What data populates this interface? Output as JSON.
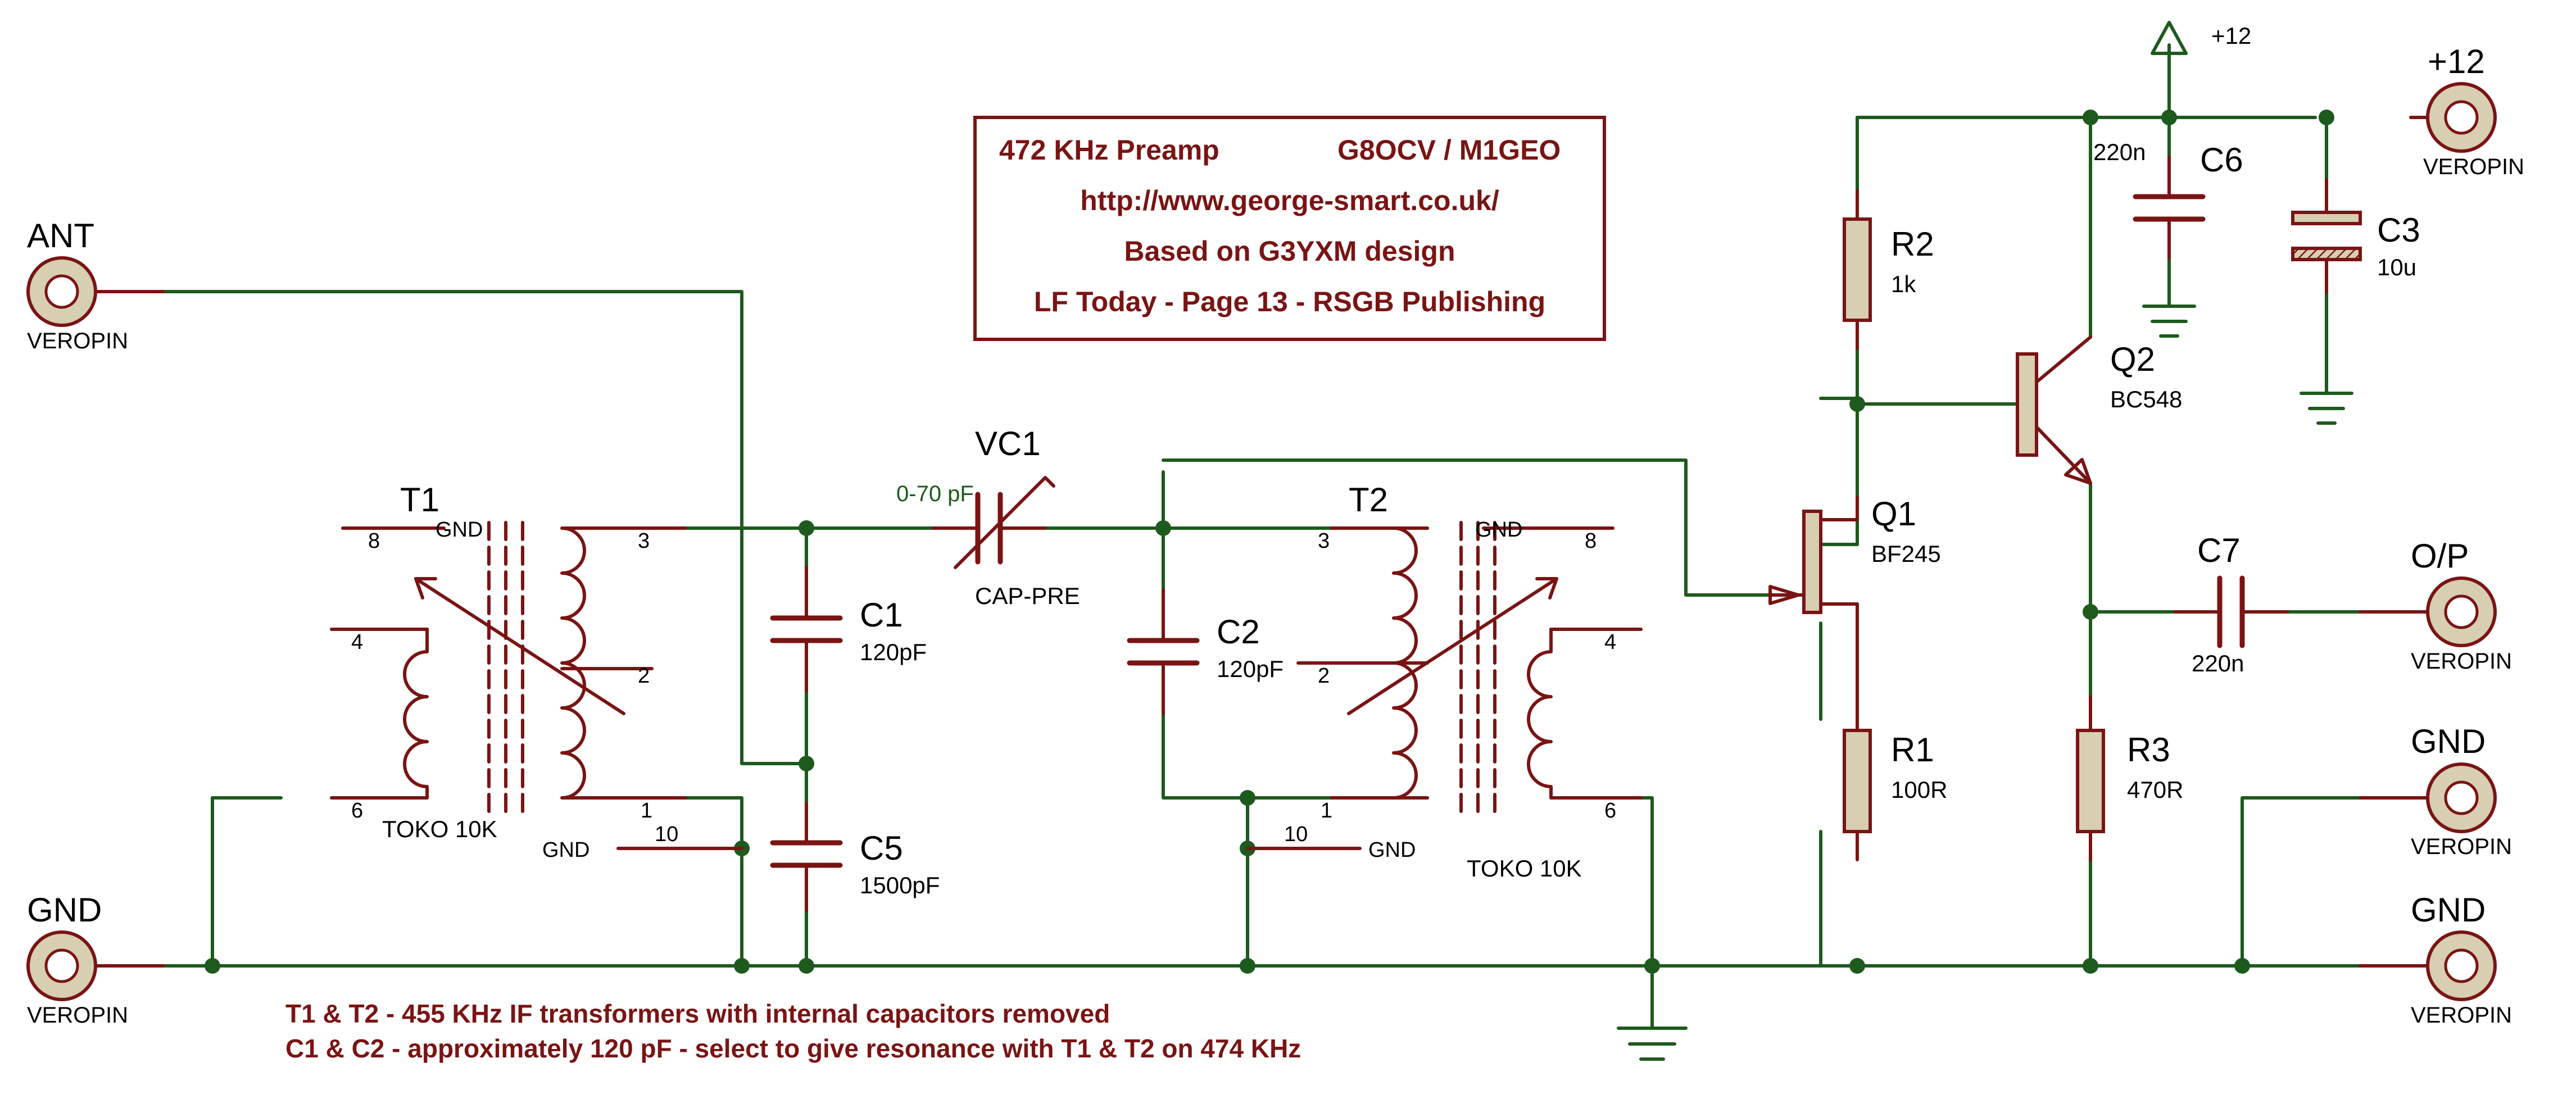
{
  "title_block": {
    "line1_left": "472 KHz Preamp",
    "line1_right": "G8OCV / M1GEO",
    "line2": "http://www.george-smart.co.uk/",
    "line3": "Based on G3YXM design",
    "line4": "LF Today - Page 13 - RSGB Publishing"
  },
  "notes": {
    "line1": "T1 & T2 - 455 KHz IF transformers with internal capacitors removed",
    "line2": "C1 & C2 - approximately 120 pF - select to give resonance with T1 & T2 on 474 KHz"
  },
  "connectors": {
    "ant": {
      "name": "ANT",
      "type": "VEROPIN"
    },
    "gnd_left": {
      "name": "GND",
      "type": "VEROPIN"
    },
    "supply": {
      "name": "+12",
      "type": "VEROPIN"
    },
    "output": {
      "name": "O/P",
      "type": "VEROPIN"
    },
    "gnd_right_1": {
      "name": "GND",
      "type": "VEROPIN"
    },
    "gnd_right_2": {
      "name": "GND",
      "type": "VEROPIN"
    }
  },
  "power_rail": {
    "label": "+12"
  },
  "transformers": {
    "t1": {
      "ref": "T1",
      "value": "TOKO 10K",
      "pins": [
        "8",
        "3",
        "4",
        "2",
        "6",
        "1",
        "10"
      ],
      "gnd_top": "GND",
      "gnd_bottom": "GND"
    },
    "t2": {
      "ref": "T2",
      "value": "TOKO 10K",
      "pins": [
        "3",
        "8",
        "2",
        "4",
        "1",
        "6",
        "10"
      ],
      "gnd_top": "GND",
      "gnd_bottom": "GND"
    }
  },
  "capacitors": {
    "c1": {
      "ref": "C1",
      "value": "120pF"
    },
    "c5": {
      "ref": "C5",
      "value": "1500pF"
    },
    "c2": {
      "ref": "C2",
      "value": "120pF"
    },
    "c6": {
      "ref": "C6",
      "value": "220n"
    },
    "c3": {
      "ref": "C3",
      "value": "10u"
    },
    "c7": {
      "ref": "C7",
      "value": "220n"
    }
  },
  "variable_capacitor": {
    "ref": "VC1",
    "value": "0-70 pF",
    "type": "CAP-PRE"
  },
  "resistors": {
    "r2": {
      "ref": "R2",
      "value": "1k"
    },
    "r1": {
      "ref": "R1",
      "value": "100R"
    },
    "r3": {
      "ref": "R3",
      "value": "470R"
    }
  },
  "transistors": {
    "q1": {
      "ref": "Q1",
      "value": "BF245"
    },
    "q2": {
      "ref": "Q2",
      "value": "BC548"
    }
  },
  "colors": {
    "wire": "#1e5a1e",
    "component": "#7a1414",
    "component_body": "#d8ceb2",
    "text": "#000000",
    "title_text": "#7a1414"
  }
}
